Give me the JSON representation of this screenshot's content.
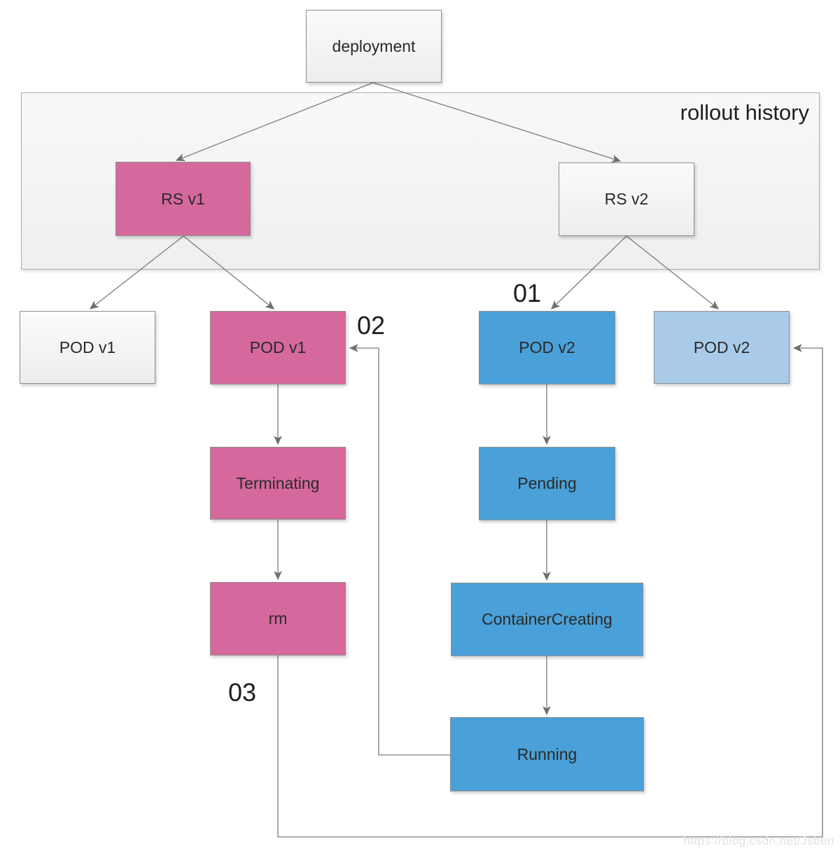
{
  "diagram": {
    "panel_title": "rollout history",
    "watermark": "https://blog.csdn.net/Jsben",
    "nodes": {
      "deployment": {
        "label": "deployment"
      },
      "rs_v1": {
        "label": "RS v1"
      },
      "rs_v2": {
        "label": "RS v2"
      },
      "pod_v1_old": {
        "label": "POD v1"
      },
      "pod_v1_terminated": {
        "label": "POD v1"
      },
      "pod_v2_active": {
        "label": "POD v2"
      },
      "pod_v2_new": {
        "label": "POD v2"
      },
      "terminating": {
        "label": "Terminating"
      },
      "rm": {
        "label": "rm"
      },
      "pending": {
        "label": "Pending"
      },
      "container_creating": {
        "label": "ContainerCreating"
      },
      "running": {
        "label": "Running"
      }
    },
    "step_labels": {
      "step_01": "01",
      "step_02": "02",
      "step_03": "03"
    },
    "colors": {
      "pink": "#d5689d",
      "blue": "#4aa0d8",
      "light_blue": "#a9cbe9",
      "box_gray": "#f5f5f5",
      "panel_gray": "#f3f3f3",
      "line": "#7c7c7c",
      "text": "#2a2a2a"
    }
  }
}
